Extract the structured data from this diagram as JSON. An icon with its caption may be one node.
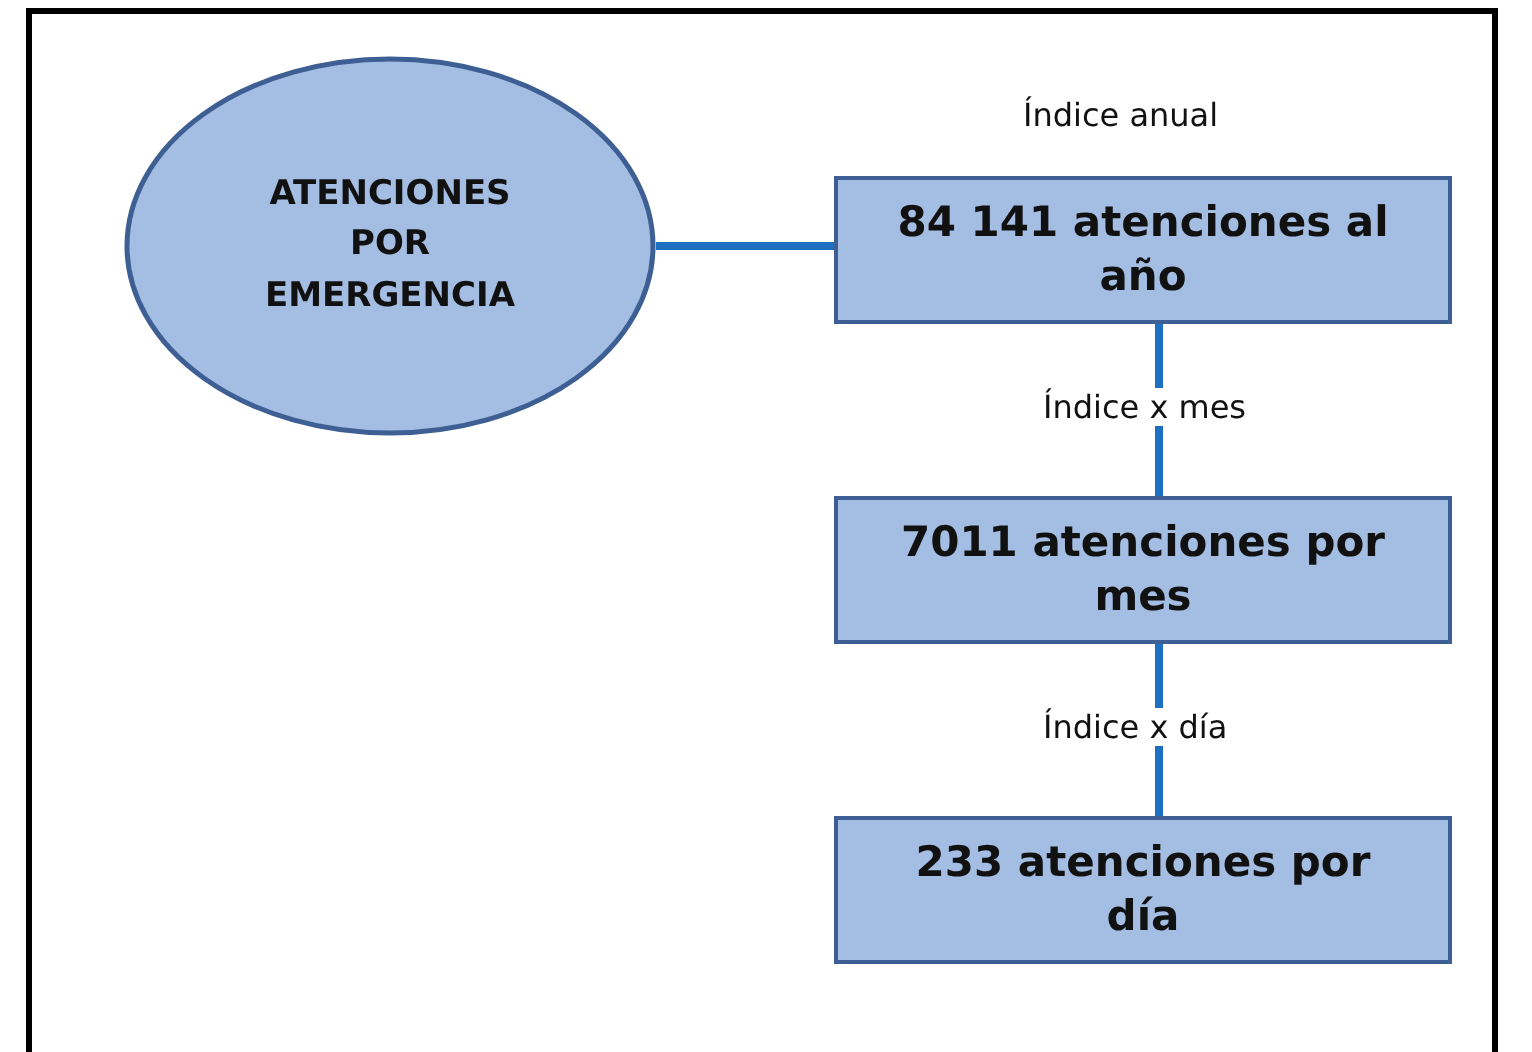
{
  "diagram": {
    "nodes": [
      {
        "text": [
          "ATENCIONES POR EMERGENCIA"
        ]
      },
      {
        "text": [
          "84 141 atenciones al año"
        ],
        "beside": [
          "Índice anual"
        ]
      },
      {
        "text": [
          "7011 atenciones por mes"
        ]
      },
      {
        "text": [
          "233 atenciones por día"
        ]
      }
    ],
    "edges": [
      {
        "from": 0,
        "to": 1,
        "arrow": "none"
      },
      {
        "from": 1,
        "to": 2,
        "arrow": "none",
        "label": "Índice x mes"
      },
      {
        "from": 2,
        "to": 3,
        "arrow": "none",
        "label": "Índice x día"
      }
    ]
  }
}
